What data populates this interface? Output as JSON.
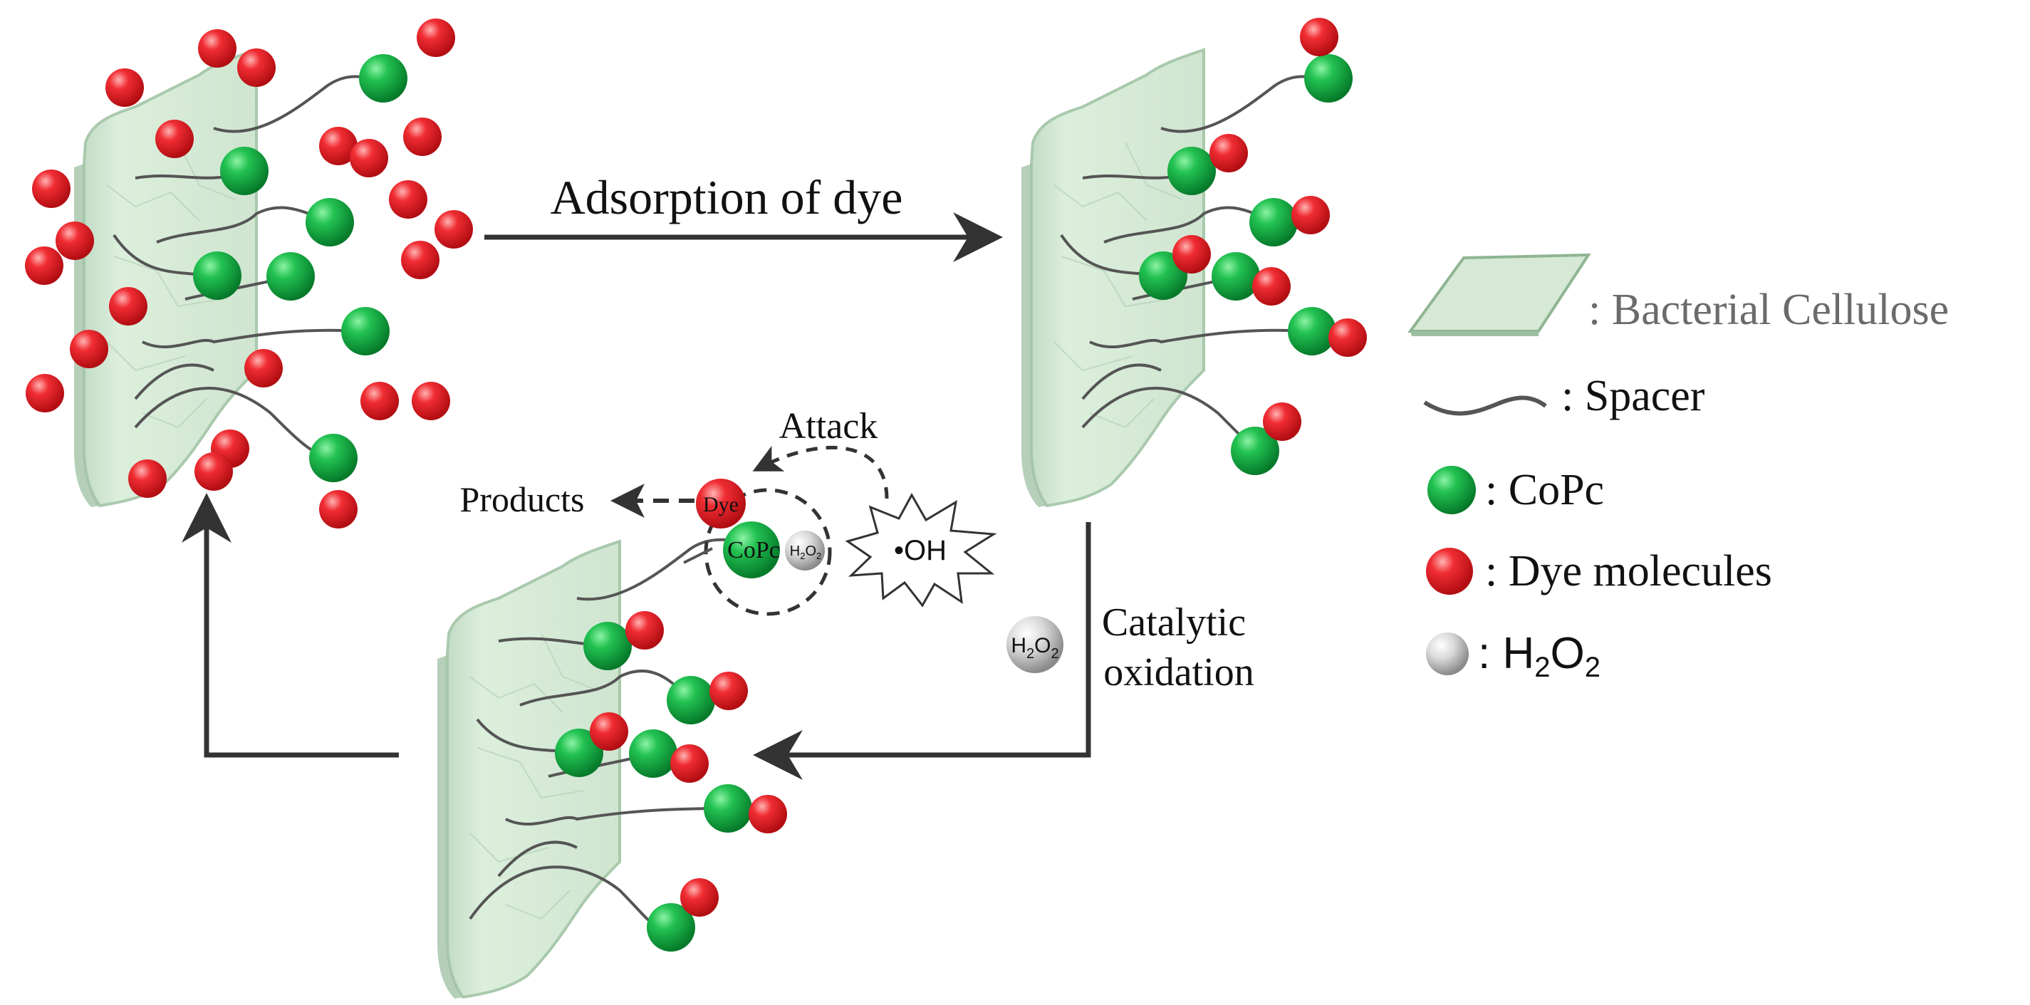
{
  "labels": {
    "adsorption": "Adsorption of dye",
    "catalytic_line1": "Catalytic",
    "catalytic_line2": "oxidation",
    "attack": "Attack",
    "products": "Products",
    "dye_tag": "Dye",
    "copc_tag": "CoPc",
    "oh_radical": "•OH",
    "h2o2_bubble": {
      "main": "H",
      "sub": "2",
      "mid": "O",
      "sub2": "2"
    }
  },
  "legend": [
    {
      "id": "bacterial-cellulose",
      "icon": "cellulose-sheet-icon",
      "text": ": Bacterial Cellulose"
    },
    {
      "id": "spacer",
      "icon": "spacer-line-icon",
      "text": ": Spacer"
    },
    {
      "id": "copc",
      "icon": "green-sphere-icon",
      "text": ": CoPc"
    },
    {
      "id": "dye-molecules",
      "icon": "red-sphere-icon",
      "text": ": Dye molecules"
    },
    {
      "id": "h2o2",
      "icon": "grey-sphere-icon",
      "text_prefix": ": H",
      "sub1": "2",
      "mid": "O",
      "sub2": "2"
    }
  ],
  "colors": {
    "sheet": "#d5e9d6",
    "sheet_edge": "#a9c9ad",
    "copc": "#19b34a",
    "dye": "#ee2b2f",
    "h2o2": "#d7d7d7",
    "arrow": "#333333",
    "legend_text": "#6b6b6b"
  }
}
